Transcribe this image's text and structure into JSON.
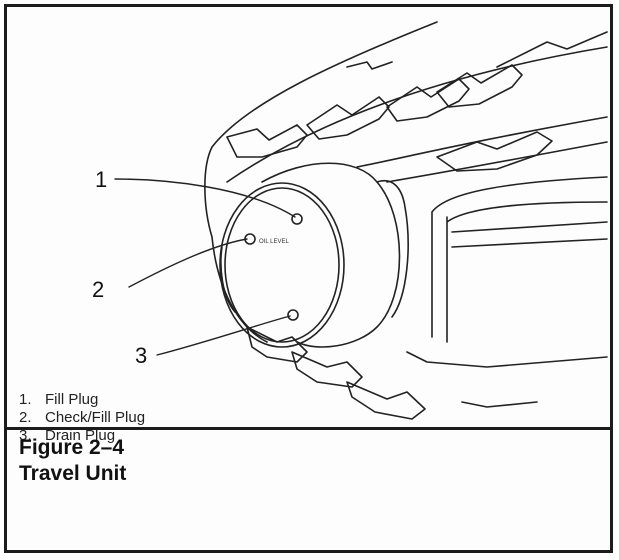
{
  "callouts": [
    "1",
    "2",
    "3"
  ],
  "legend": {
    "items": [
      {
        "num": "1.",
        "label": "Fill Plug"
      },
      {
        "num": "2.",
        "label": "Check/Fill Plug"
      },
      {
        "num": "3.",
        "label": "Drain Plug"
      }
    ]
  },
  "cover_text": "OIL LEVEL",
  "caption": {
    "figure": "Figure 2–4",
    "title": "Travel Unit"
  }
}
